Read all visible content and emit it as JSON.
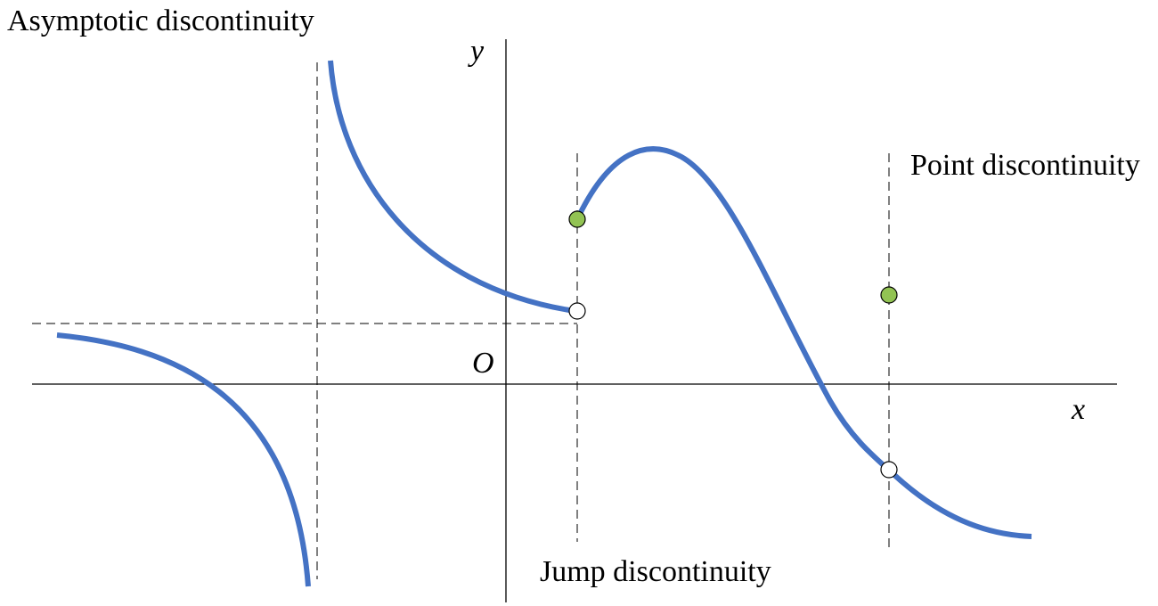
{
  "diagram": {
    "labels": {
      "asymptotic": "Asymptotic discontinuity",
      "point": "Point discontinuity",
      "jump": "Jump discontinuity",
      "x_axis": "x",
      "y_axis": "y",
      "origin": "O"
    },
    "colors": {
      "curve": "#4472C4",
      "filled_point": "#92C353",
      "open_point": "#FFFFFF",
      "axes": "#000000",
      "guides": "#000000"
    },
    "discontinuities": [
      {
        "kind": "asymptotic"
      },
      {
        "kind": "jump",
        "open_point": "lower branch end",
        "filled_point": "upper branch start"
      },
      {
        "kind": "point",
        "open_point": "on curve",
        "filled_point": "isolated value above"
      }
    ]
  }
}
